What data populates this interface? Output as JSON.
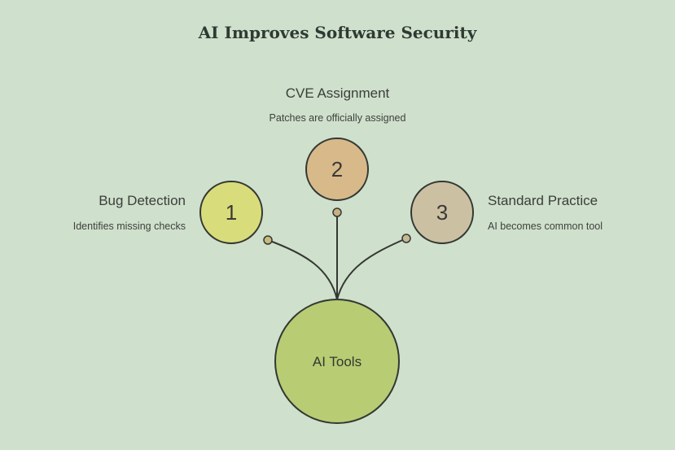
{
  "title": "AI Improves Software Security",
  "hub": {
    "label": "AI Tools",
    "color": "#b8cc74"
  },
  "nodes": [
    {
      "number": "1",
      "label": "Bug Detection",
      "description": "Identifies missing checks",
      "color": "#d9dc7a"
    },
    {
      "number": "2",
      "label": "CVE Assignment",
      "description": "Patches are officially assigned",
      "color": "#d8b98a"
    },
    {
      "number": "3",
      "label": "Standard Practice",
      "description": "AI becomes common tool",
      "color": "#ccc0a3"
    }
  ],
  "colors": {
    "background": "#cfe0cc",
    "stroke": "#333833"
  }
}
